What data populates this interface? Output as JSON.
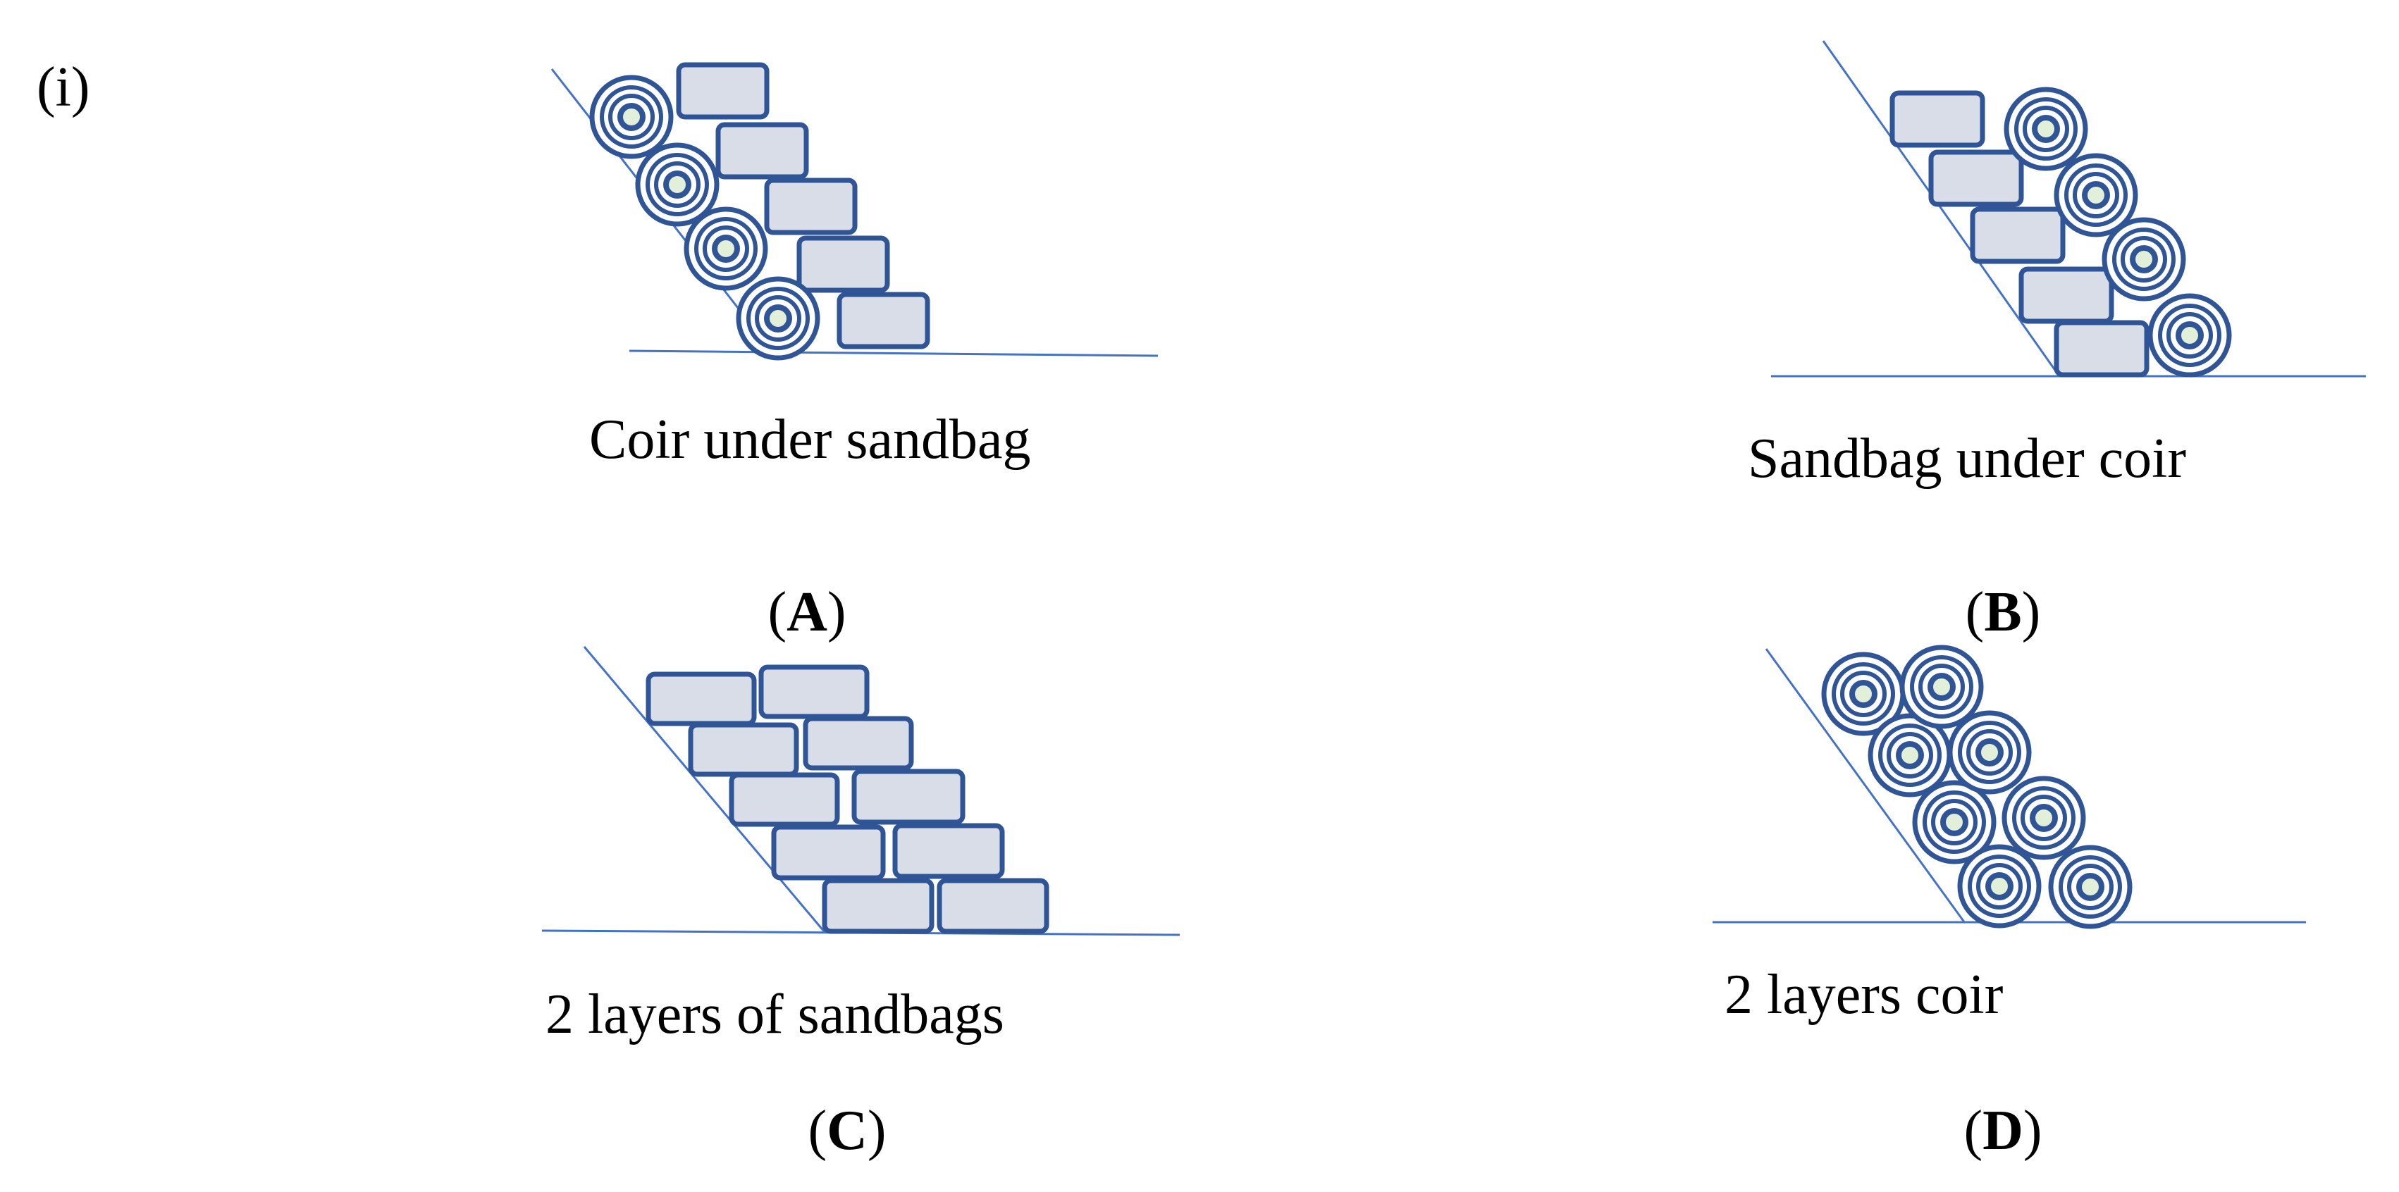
{
  "figure": {
    "part_label": "(i)",
    "panels": [
      {
        "id": "A",
        "caption": "Coir under sandbag",
        "label_letter": "A"
      },
      {
        "id": "B",
        "caption": "Sandbag under coir",
        "label_letter": "B"
      },
      {
        "id": "C",
        "caption": "2 layers of sandbags",
        "label_letter": "C"
      },
      {
        "id": "D",
        "caption": "2 layers coir",
        "label_letter": "D"
      }
    ]
  },
  "colors": {
    "line": "#4472c4",
    "outline": "#2f5597",
    "sandbag_fill": "#d8dde8",
    "coir_core": "#e2efd9"
  },
  "icons": [
    "sandbag-icon",
    "coir-roll-icon"
  ]
}
